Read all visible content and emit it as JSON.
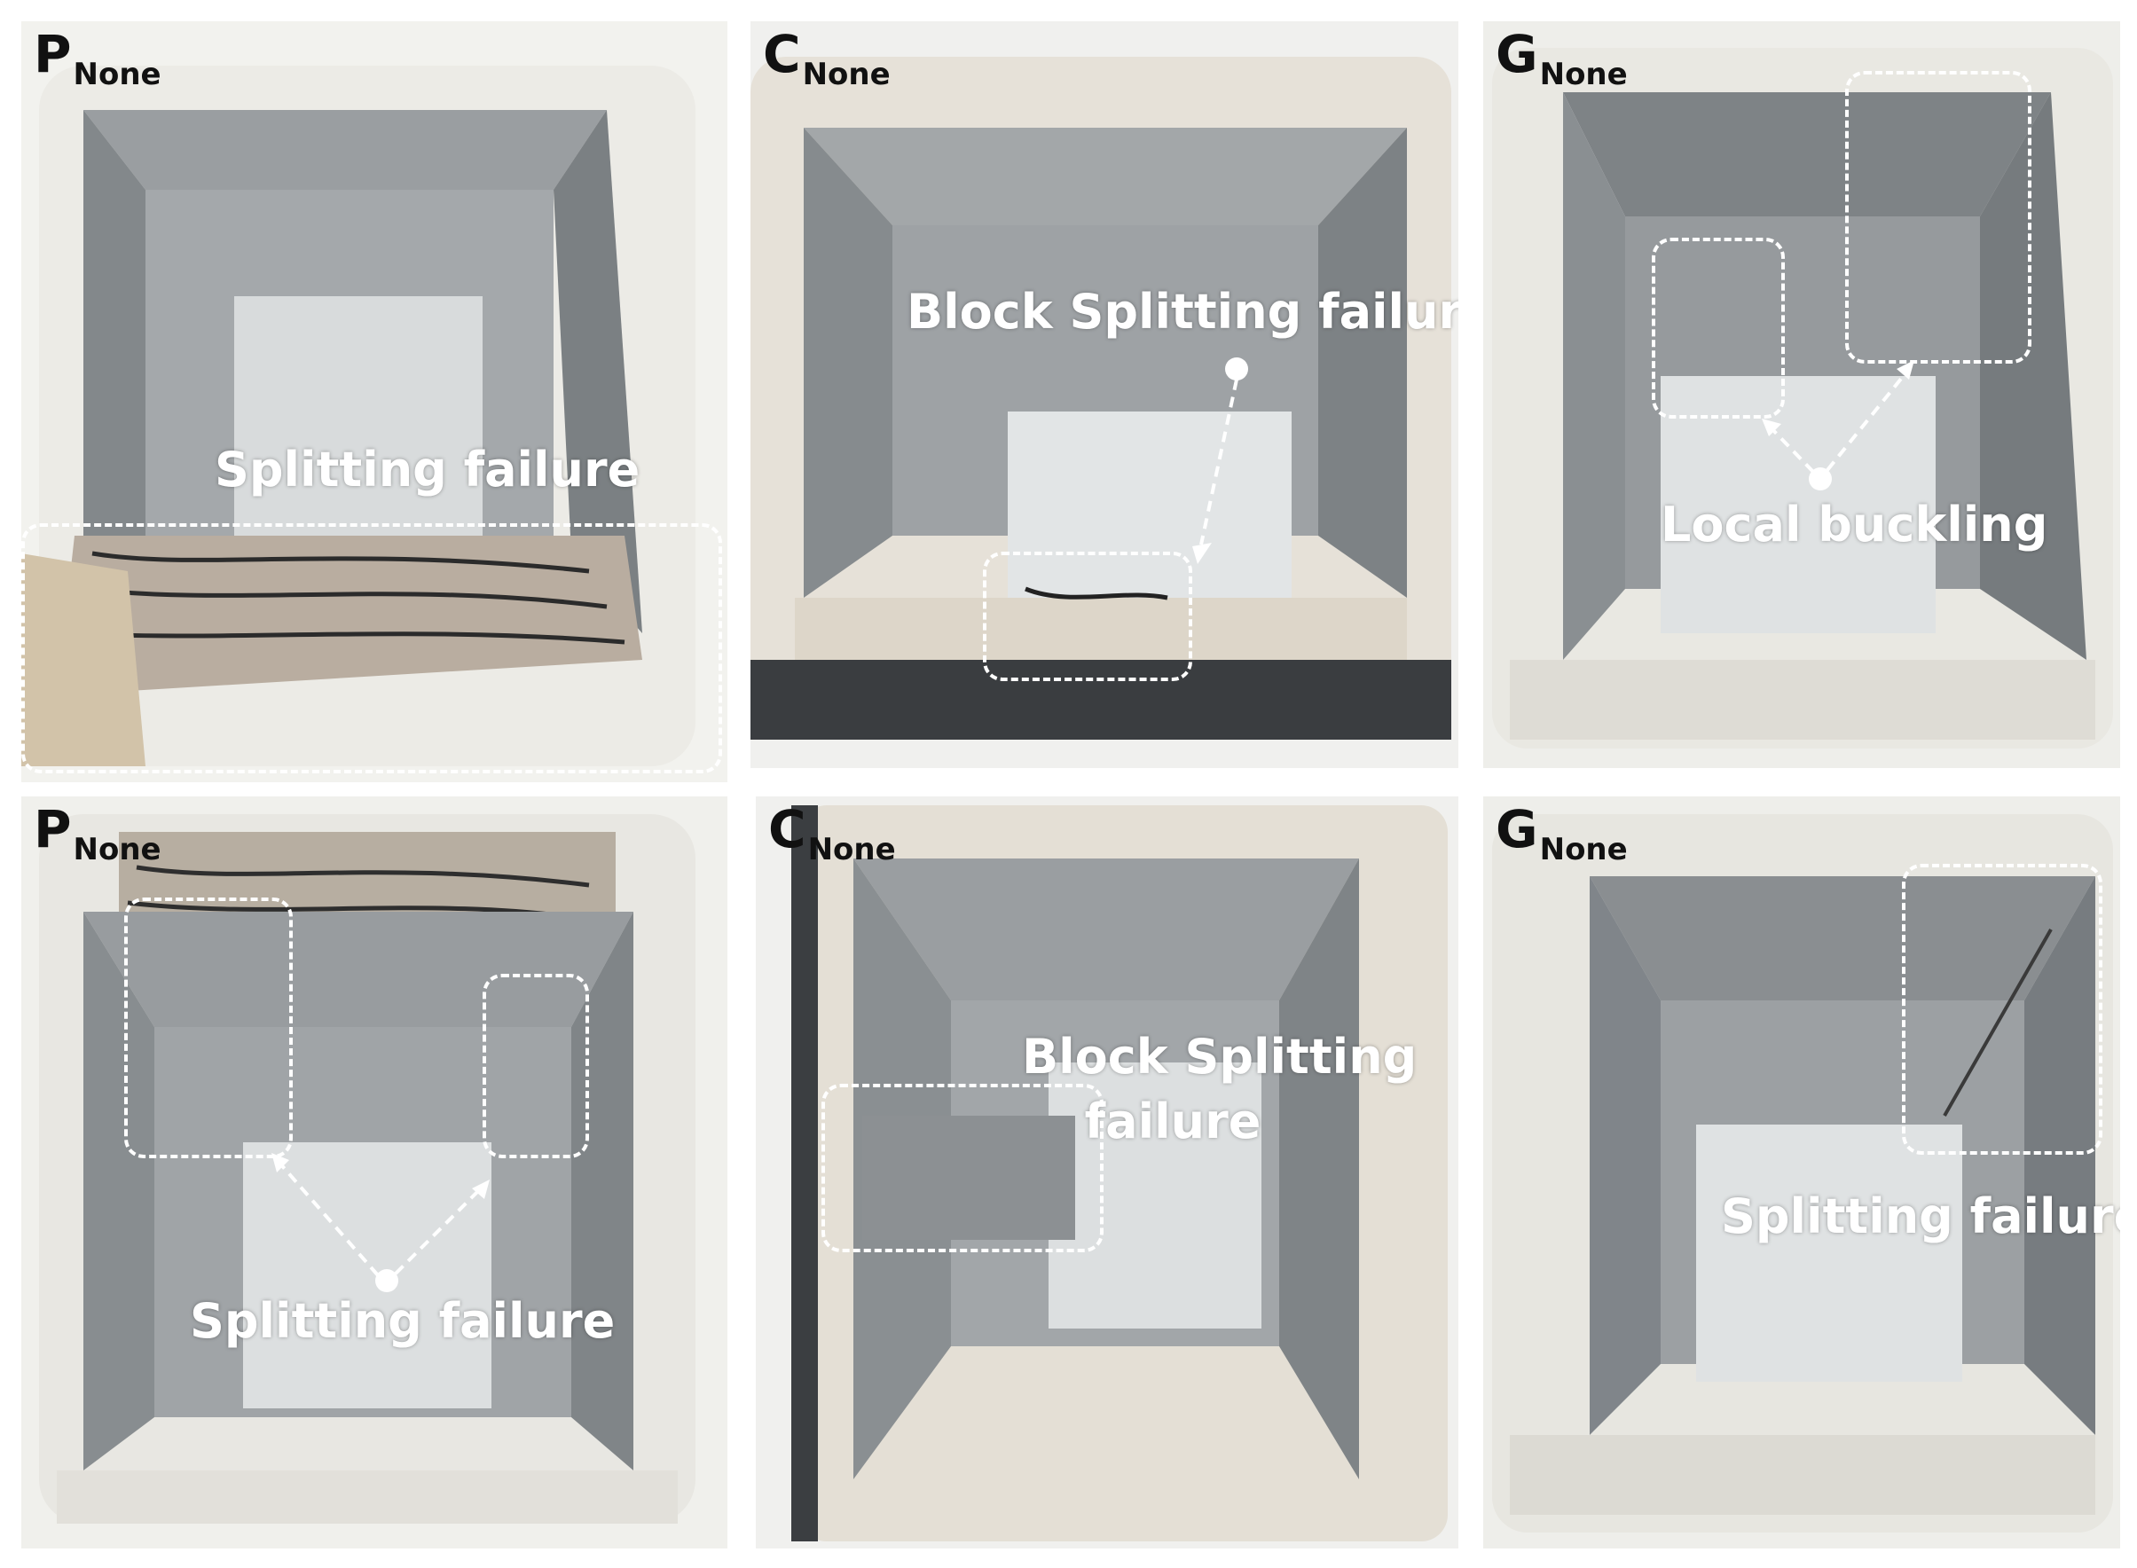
{
  "panels": [
    {
      "tag_main": "P",
      "tag_sub": "None",
      "annotation": "Splitting failure"
    },
    {
      "tag_main": "C",
      "tag_sub": "None",
      "annotation": "Block Splitting failure"
    },
    {
      "tag_main": "G",
      "tag_sub": "None",
      "annotation": "Local buckling"
    },
    {
      "tag_main": "P",
      "tag_sub": "None",
      "annotation": "Splitting failure"
    },
    {
      "tag_main": "C",
      "tag_sub": "None",
      "annotation_line1": "Block Splitting",
      "annotation_line2": "failure"
    },
    {
      "tag_main": "G",
      "tag_sub": "None",
      "annotation": "Splitting failure"
    }
  ],
  "colors": {
    "tube_wall": "#efefeb",
    "inner_face": "#8f9396",
    "inner_dark": "#6f7477",
    "floor": "#d9dcdd",
    "annotation": "#ffffff"
  }
}
